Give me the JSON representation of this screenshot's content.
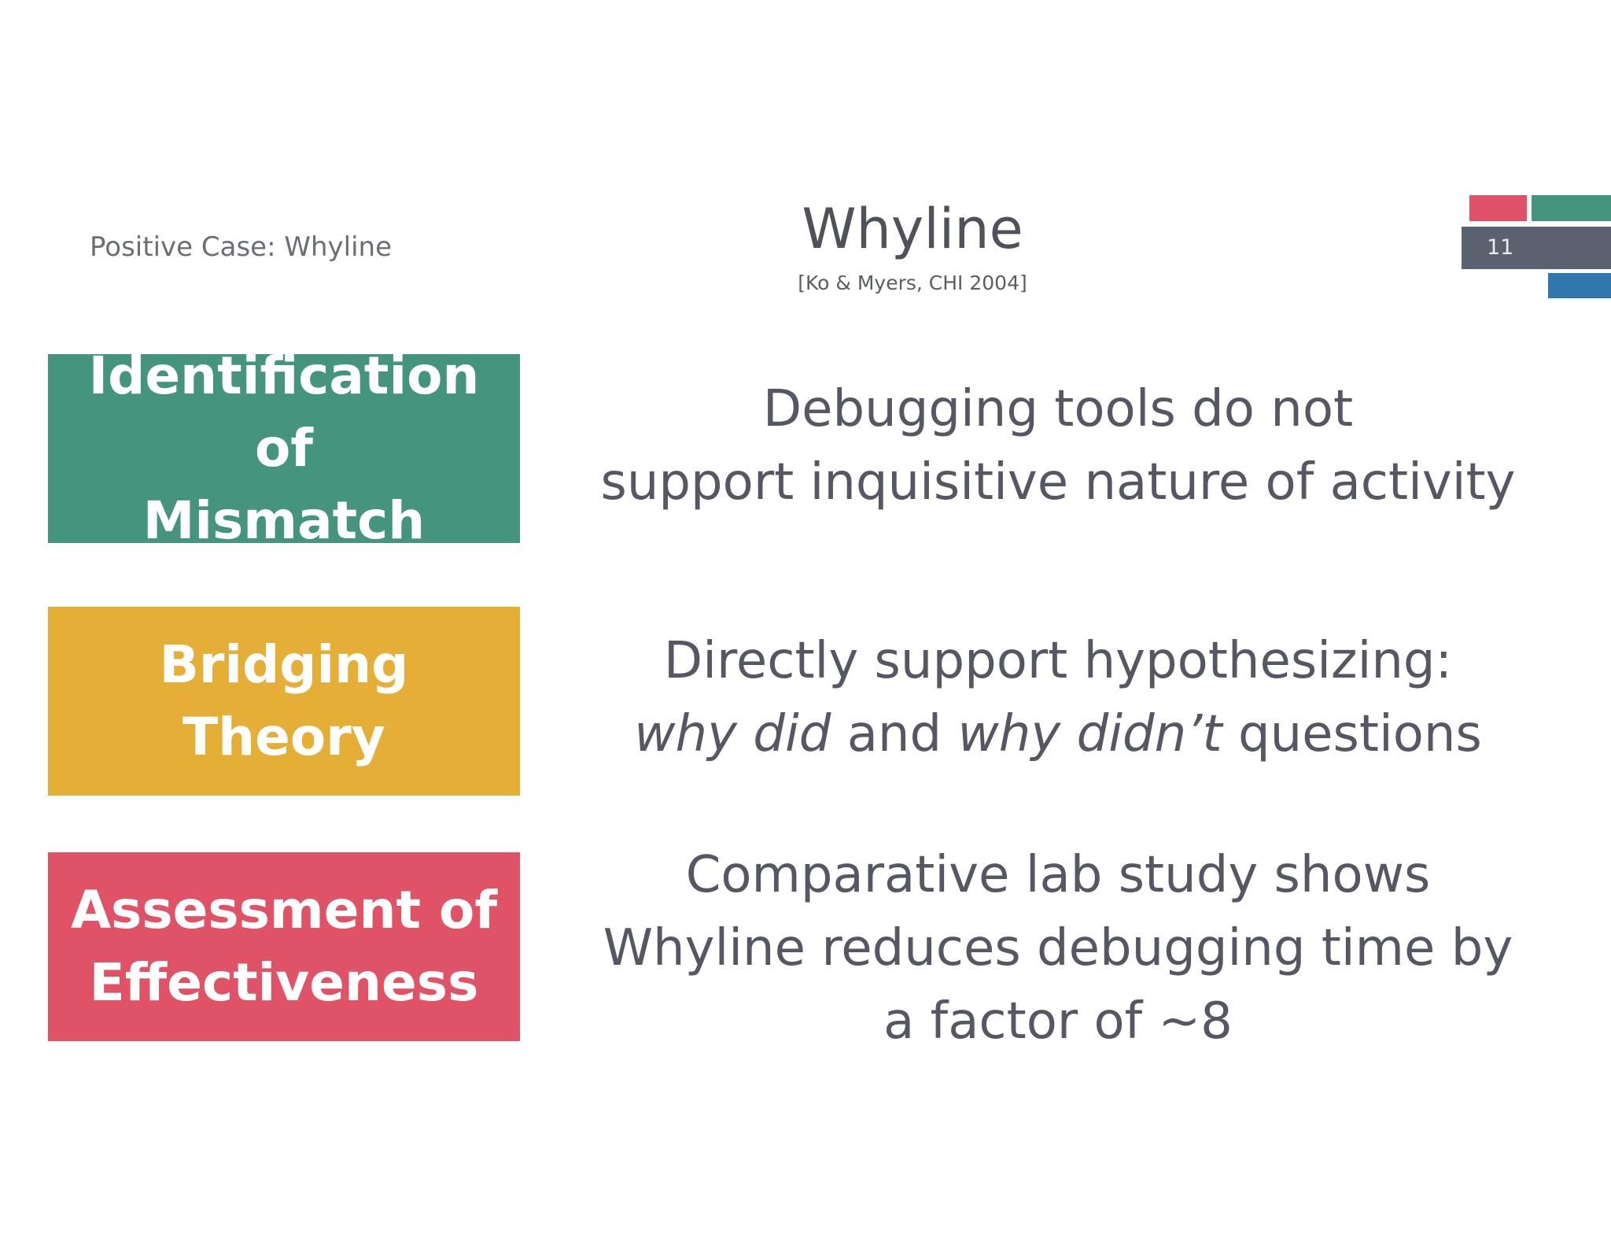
{
  "header": {
    "section_label": "Positive Case: Whyline",
    "title": "Whyline",
    "citation": "[Ko & Myers, CHI 2004]",
    "slide_number": "11"
  },
  "colors": {
    "green": "#44947e",
    "yellow": "#e4ae37",
    "red": "#e05265",
    "slate": "#5a6270",
    "blue": "#2f78ae",
    "text": "#555862"
  },
  "rows": [
    {
      "box_lines": [
        "Identification of",
        "Mismatch"
      ],
      "text_lines": [
        "Debugging tools do not",
        "support inquisitive nature of activity"
      ]
    },
    {
      "box_lines": [
        "Bridging",
        "Theory"
      ],
      "text_line1": "Directly support hypothesizing:",
      "text_line2_parts": [
        "why did",
        " and ",
        "why didn’t",
        " questions"
      ]
    },
    {
      "box_lines": [
        "Assessment of",
        "Effectiveness"
      ],
      "text_lines": [
        "Comparative lab study shows",
        "Whyline reduces debugging time by",
        "a factor of ~8"
      ]
    }
  ]
}
